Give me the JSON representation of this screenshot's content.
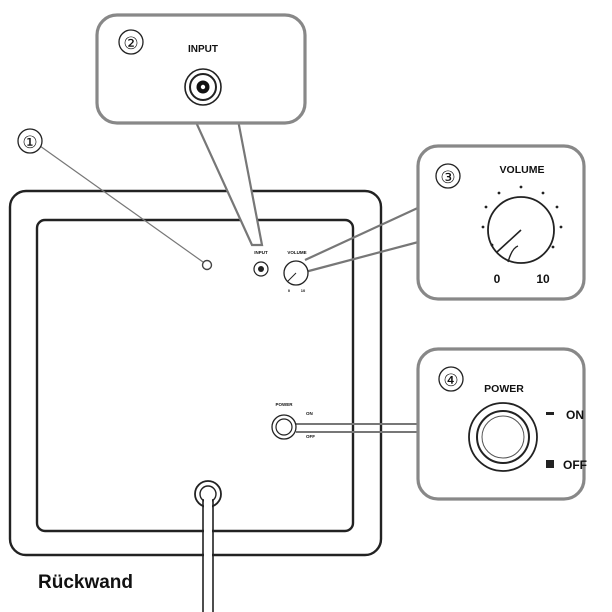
{
  "caption": "Rückwand",
  "callouts": [
    {
      "number": "①"
    },
    {
      "number": "②",
      "label": "INPUT"
    },
    {
      "number": "③",
      "label": "VOLUME",
      "scale_min": "0",
      "scale_max": "10"
    },
    {
      "number": "④",
      "label": "POWER",
      "on_label": "ON",
      "off_label": "OFF"
    }
  ],
  "panel": {
    "input_label": "INPUT",
    "volume_label": "VOLUME",
    "volume_min": "0",
    "volume_max": "10",
    "power_label": "POWER",
    "on_label": "ON",
    "off_label": "OFF"
  }
}
